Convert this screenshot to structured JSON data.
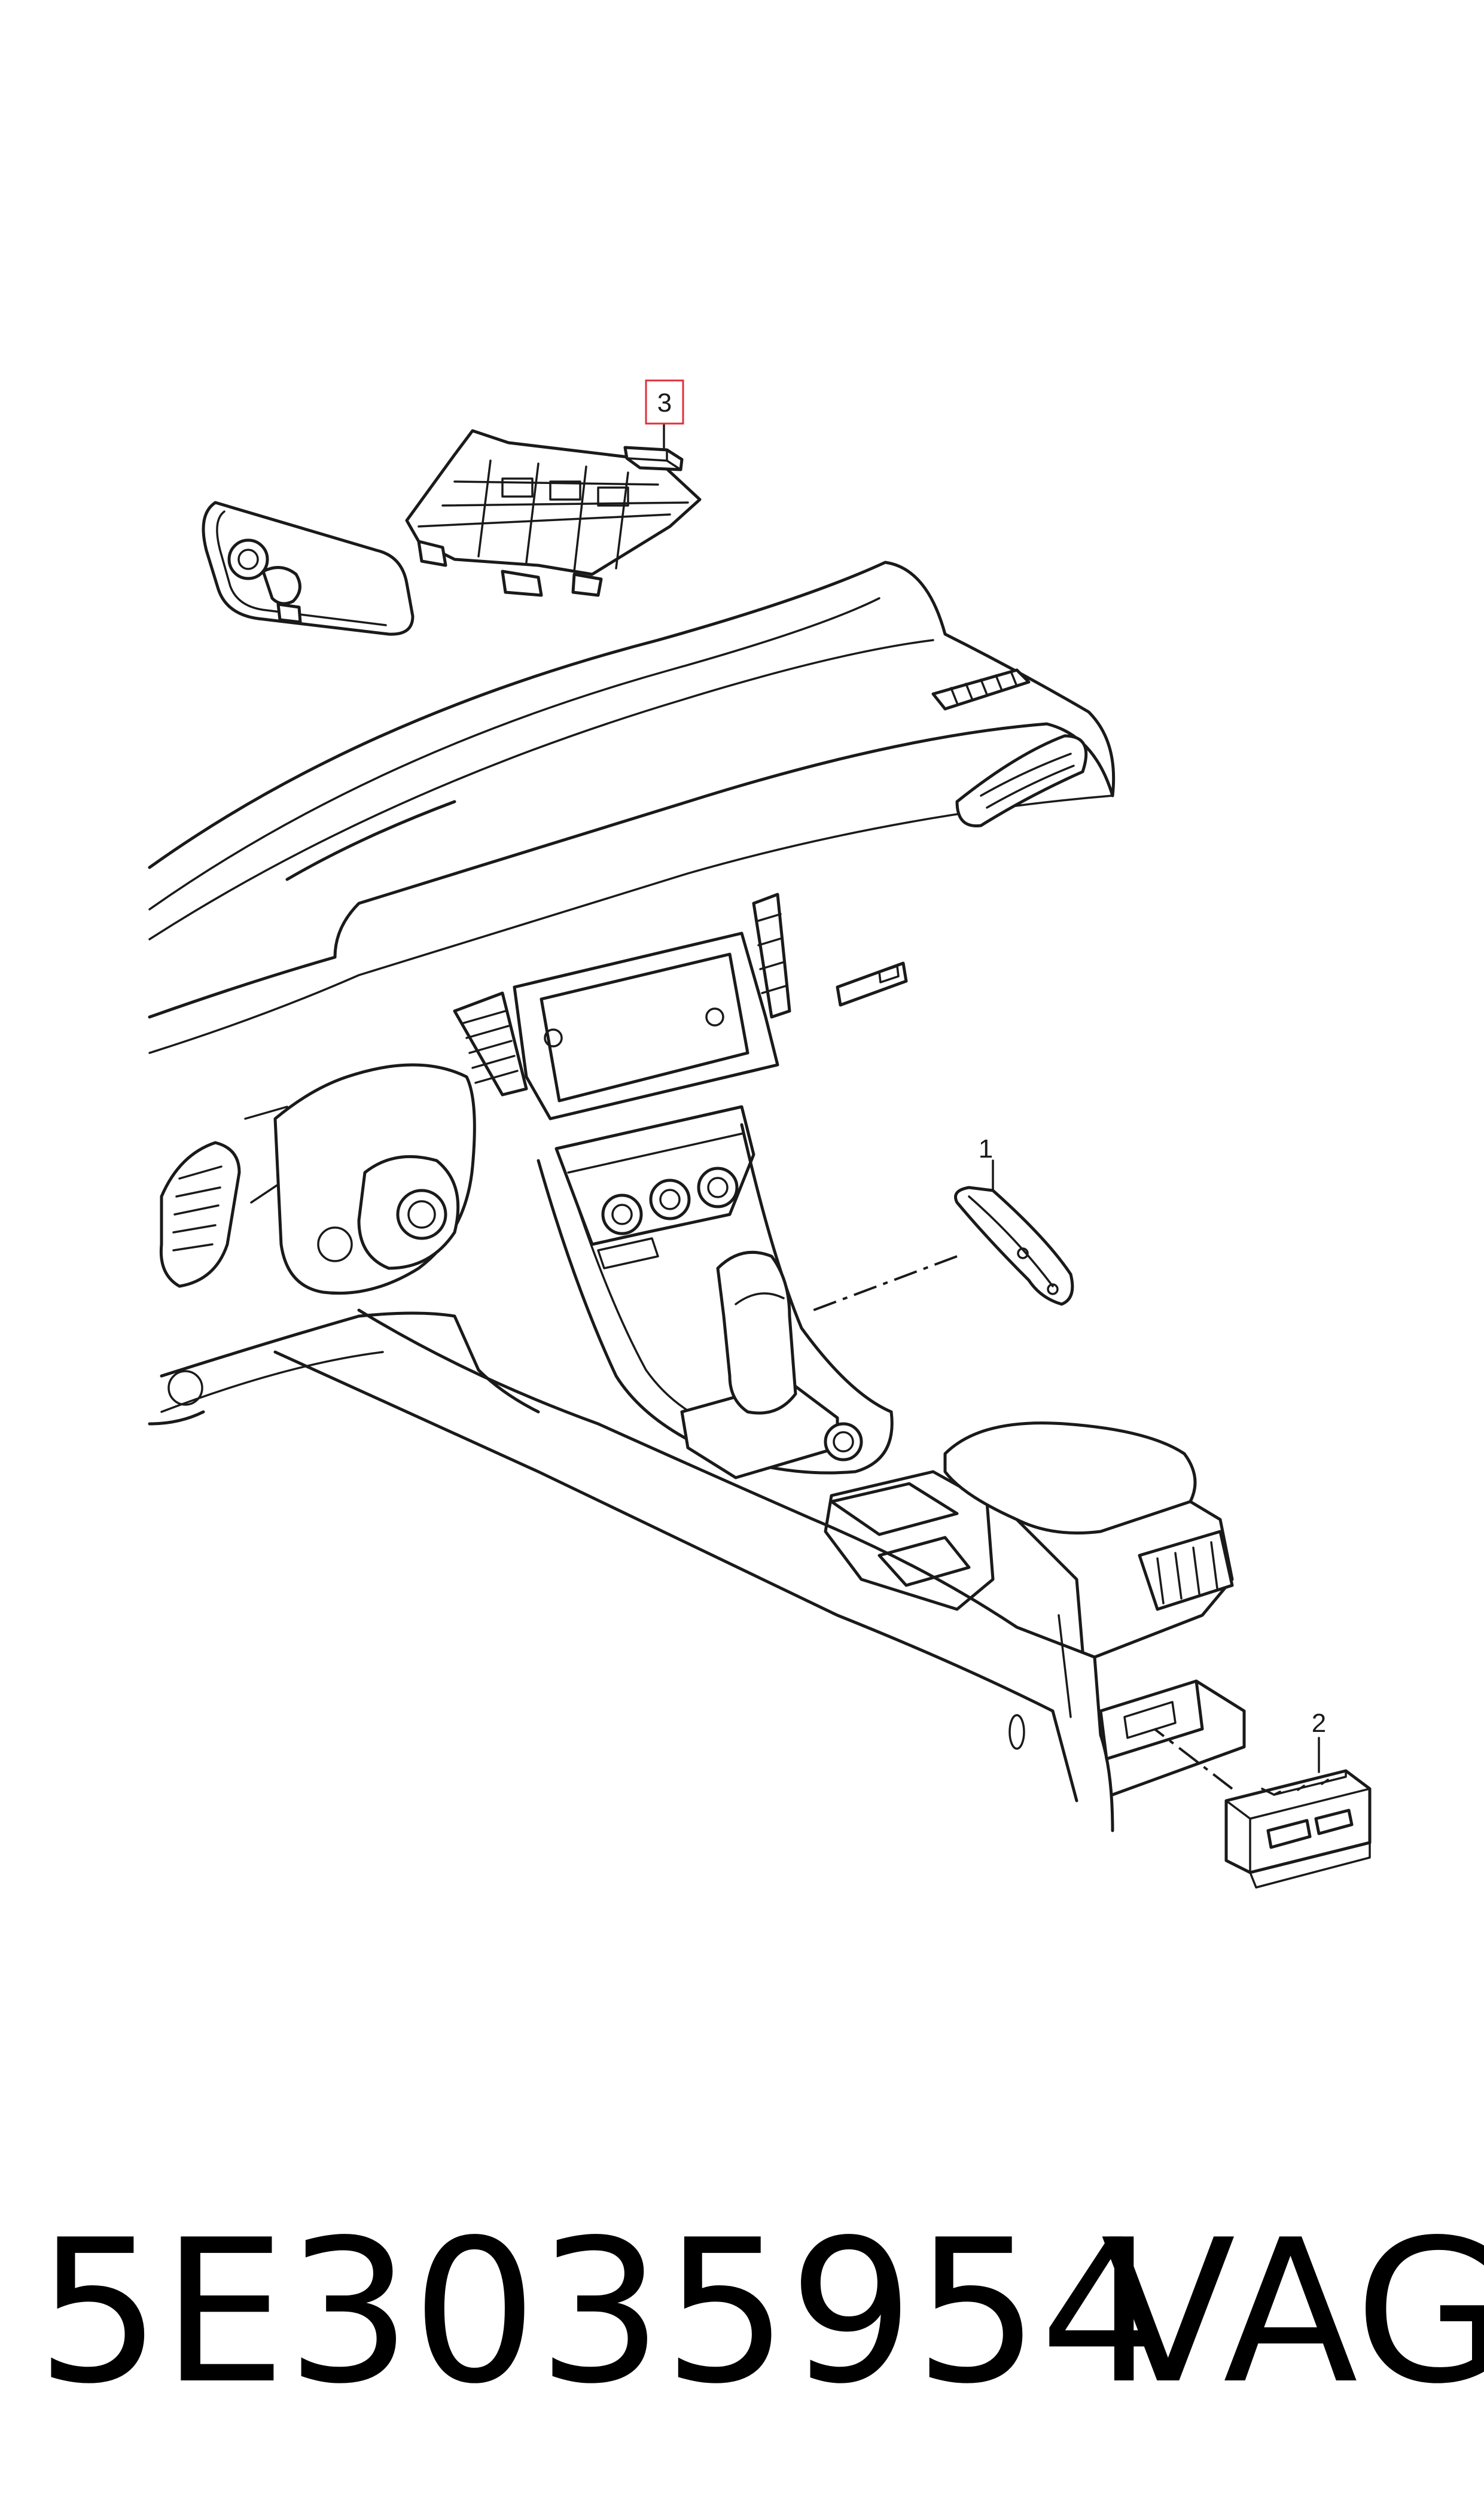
{
  "callouts": {
    "c1": "1",
    "c2": "2",
    "c3": "3"
  },
  "footer": {
    "part_number": "5E3035954",
    "brand": "VAG"
  },
  "colors": {
    "line": "#1a1a1a",
    "highlight_box": "#e0303c",
    "background": "#ffffff"
  }
}
